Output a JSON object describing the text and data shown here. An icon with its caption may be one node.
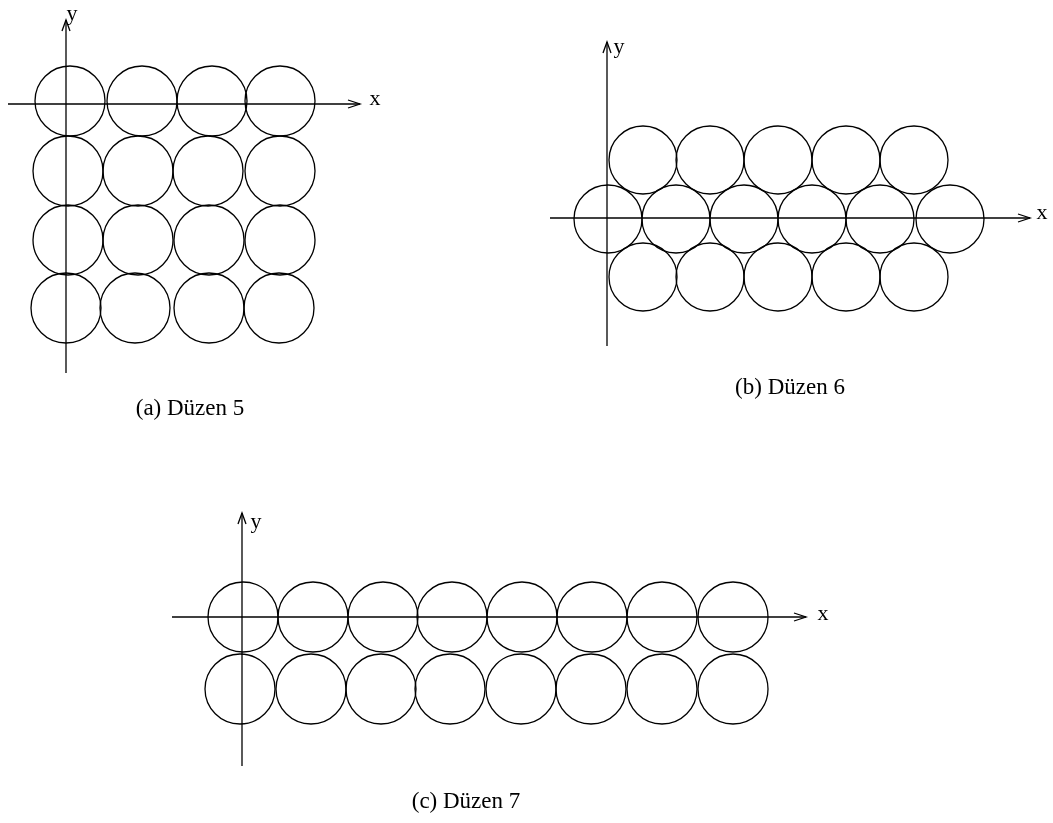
{
  "diagram": {
    "labels": [
      "y",
      "x",
      "(a) Düzen 5",
      "y",
      "x",
      "(b) Düzen 6",
      "y",
      "x",
      "(c) Düzen 7"
    ]
  }
}
